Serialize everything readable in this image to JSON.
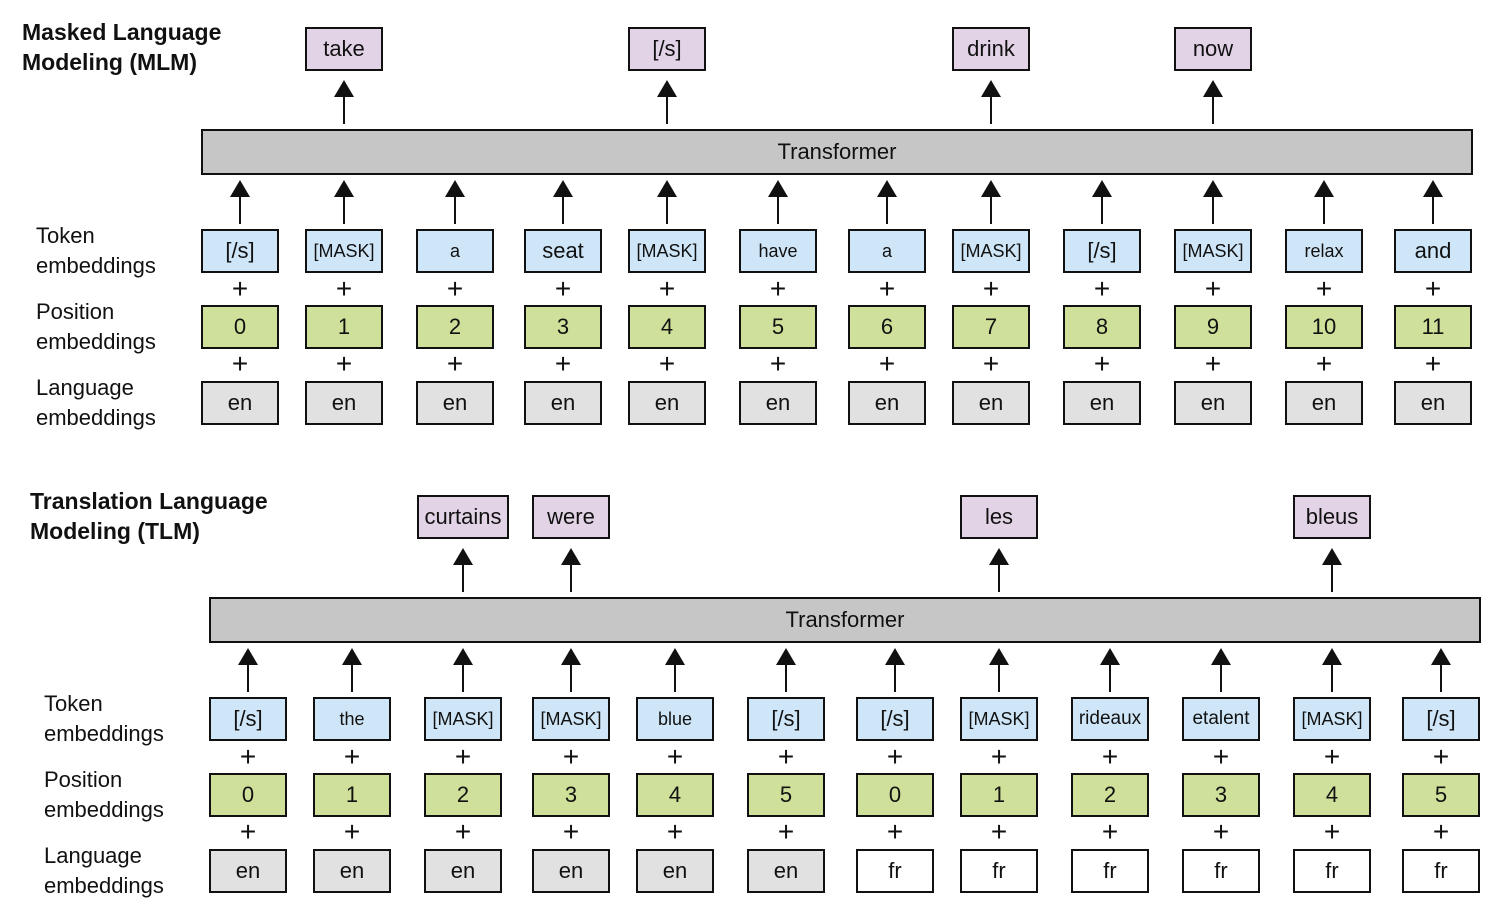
{
  "mlm": {
    "title_line1": "Masked Language",
    "title_line2": "Modeling (MLM)",
    "transformer_label": "Transformer",
    "row_labels": {
      "token": [
        "Token",
        "embeddings"
      ],
      "position": [
        "Position",
        "embeddings"
      ],
      "language": [
        "Language",
        "embeddings"
      ]
    },
    "tokens": [
      "[/s]",
      "[MASK]",
      "a",
      "seat",
      "[MASK]",
      "have",
      "a",
      "[MASK]",
      "[/s]",
      "[MASK]",
      "relax",
      "and"
    ],
    "positions": [
      "0",
      "1",
      "2",
      "3",
      "4",
      "5",
      "6",
      "7",
      "8",
      "9",
      "10",
      "11"
    ],
    "languages": [
      "en",
      "en",
      "en",
      "en",
      "en",
      "en",
      "en",
      "en",
      "en",
      "en",
      "en",
      "en"
    ],
    "outputs": [
      {
        "col": 1,
        "label": "take"
      },
      {
        "col": 4,
        "label": "[/s]"
      },
      {
        "col": 7,
        "label": "drink"
      },
      {
        "col": 9,
        "label": "now"
      }
    ]
  },
  "tlm": {
    "title_line1": "Translation Language",
    "title_line2": "Modeling (TLM)",
    "transformer_label": "Transformer",
    "row_labels": {
      "token": [
        "Token",
        "embeddings"
      ],
      "position": [
        "Position",
        "embeddings"
      ],
      "language": [
        "Language",
        "embeddings"
      ]
    },
    "tokens": [
      "[/s]",
      "the",
      "[MASK]",
      "[MASK]",
      "blue",
      "[/s]",
      "[/s]",
      "[MASK]",
      "rideaux",
      "etalent",
      "[MASK]",
      "[/s]"
    ],
    "positions": [
      "0",
      "1",
      "2",
      "3",
      "4",
      "5",
      "0",
      "1",
      "2",
      "3",
      "4",
      "5"
    ],
    "languages": [
      "en",
      "en",
      "en",
      "en",
      "en",
      "en",
      "fr",
      "fr",
      "fr",
      "fr",
      "fr",
      "fr"
    ],
    "outputs": [
      {
        "col": 2,
        "label": "curtains"
      },
      {
        "col": 3,
        "label": "were"
      },
      {
        "col": 7,
        "label": "les"
      },
      {
        "col": 10,
        "label": "bleus"
      }
    ]
  },
  "colors": {
    "token": "#cfe6f8",
    "position": "#cfe09a",
    "language_en": "#e1e1e1",
    "language_fr": "#ffffff",
    "output": "#e3d3e6",
    "transformer": "#c6c6c6"
  }
}
